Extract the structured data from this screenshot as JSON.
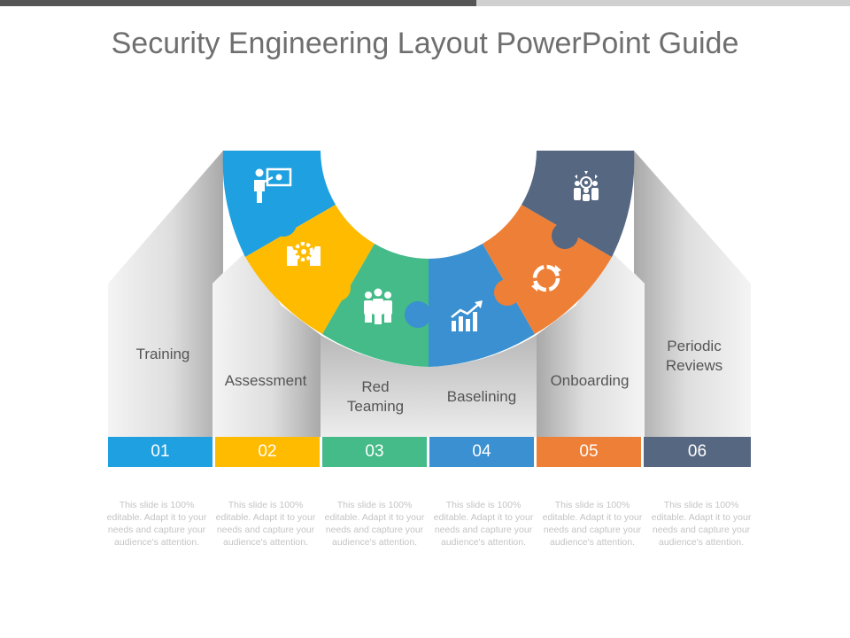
{
  "title": "Security Engineering Layout PowerPoint Guide",
  "colors": {
    "step1": "#1fa0e0",
    "step2": "#ffbb00",
    "step3": "#44bb88",
    "step4": "#3a90d0",
    "step5": "#ee7f36",
    "step6": "#566781"
  },
  "steps": [
    {
      "number": "01",
      "label": "Training",
      "icon": "presenter-board-icon",
      "description": "This slide is 100% editable. Adapt it to your needs and capture your audience's attention."
    },
    {
      "number": "02",
      "label": "Assessment",
      "icon": "hands-gear-icon",
      "description": "This slide is 100% editable. Adapt it to your needs and capture your audience's attention."
    },
    {
      "number": "03",
      "label": "Red Teaming",
      "icon": "team-people-icon",
      "description": "This slide is 100% editable. Adapt it to your needs and capture your audience's attention."
    },
    {
      "number": "04",
      "label": "Baselining",
      "icon": "growth-chart-icon",
      "description": "This slide is 100% editable. Adapt it to your needs and capture your audience's attention."
    },
    {
      "number": "05",
      "label": "Onboarding",
      "icon": "refresh-cycle-icon",
      "description": "This slide is 100% editable. Adapt it to your needs and capture your audience's attention."
    },
    {
      "number": "06",
      "label": "Periodic Reviews",
      "icon": "group-target-icon",
      "description": "This slide is 100% editable. Adapt it to your needs and capture your audience's attention."
    }
  ]
}
